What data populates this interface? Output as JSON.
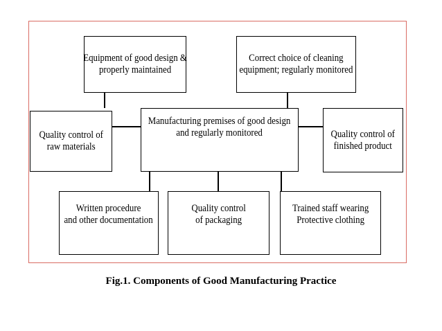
{
  "diagram": {
    "center": [
      "Manufacturing premises of good design",
      "and regularly monitored"
    ],
    "top_left": [
      "Equipment of good design &",
      "properly maintained"
    ],
    "top_right": [
      "Correct choice of cleaning",
      "equipment; regularly monitored"
    ],
    "left": [
      "Quality control of",
      "raw materials"
    ],
    "right": [
      "Quality control of",
      "finished product"
    ],
    "bottom_left": [
      "Written procedure",
      "and other documentation"
    ],
    "bottom_middle": [
      "Quality control",
      "of packaging"
    ],
    "bottom_right": [
      "Trained staff wearing",
      "Protective clothing"
    ],
    "border_color": "#d96b63"
  },
  "caption": "Fig.1. Components of Good Manufacturing Practice"
}
